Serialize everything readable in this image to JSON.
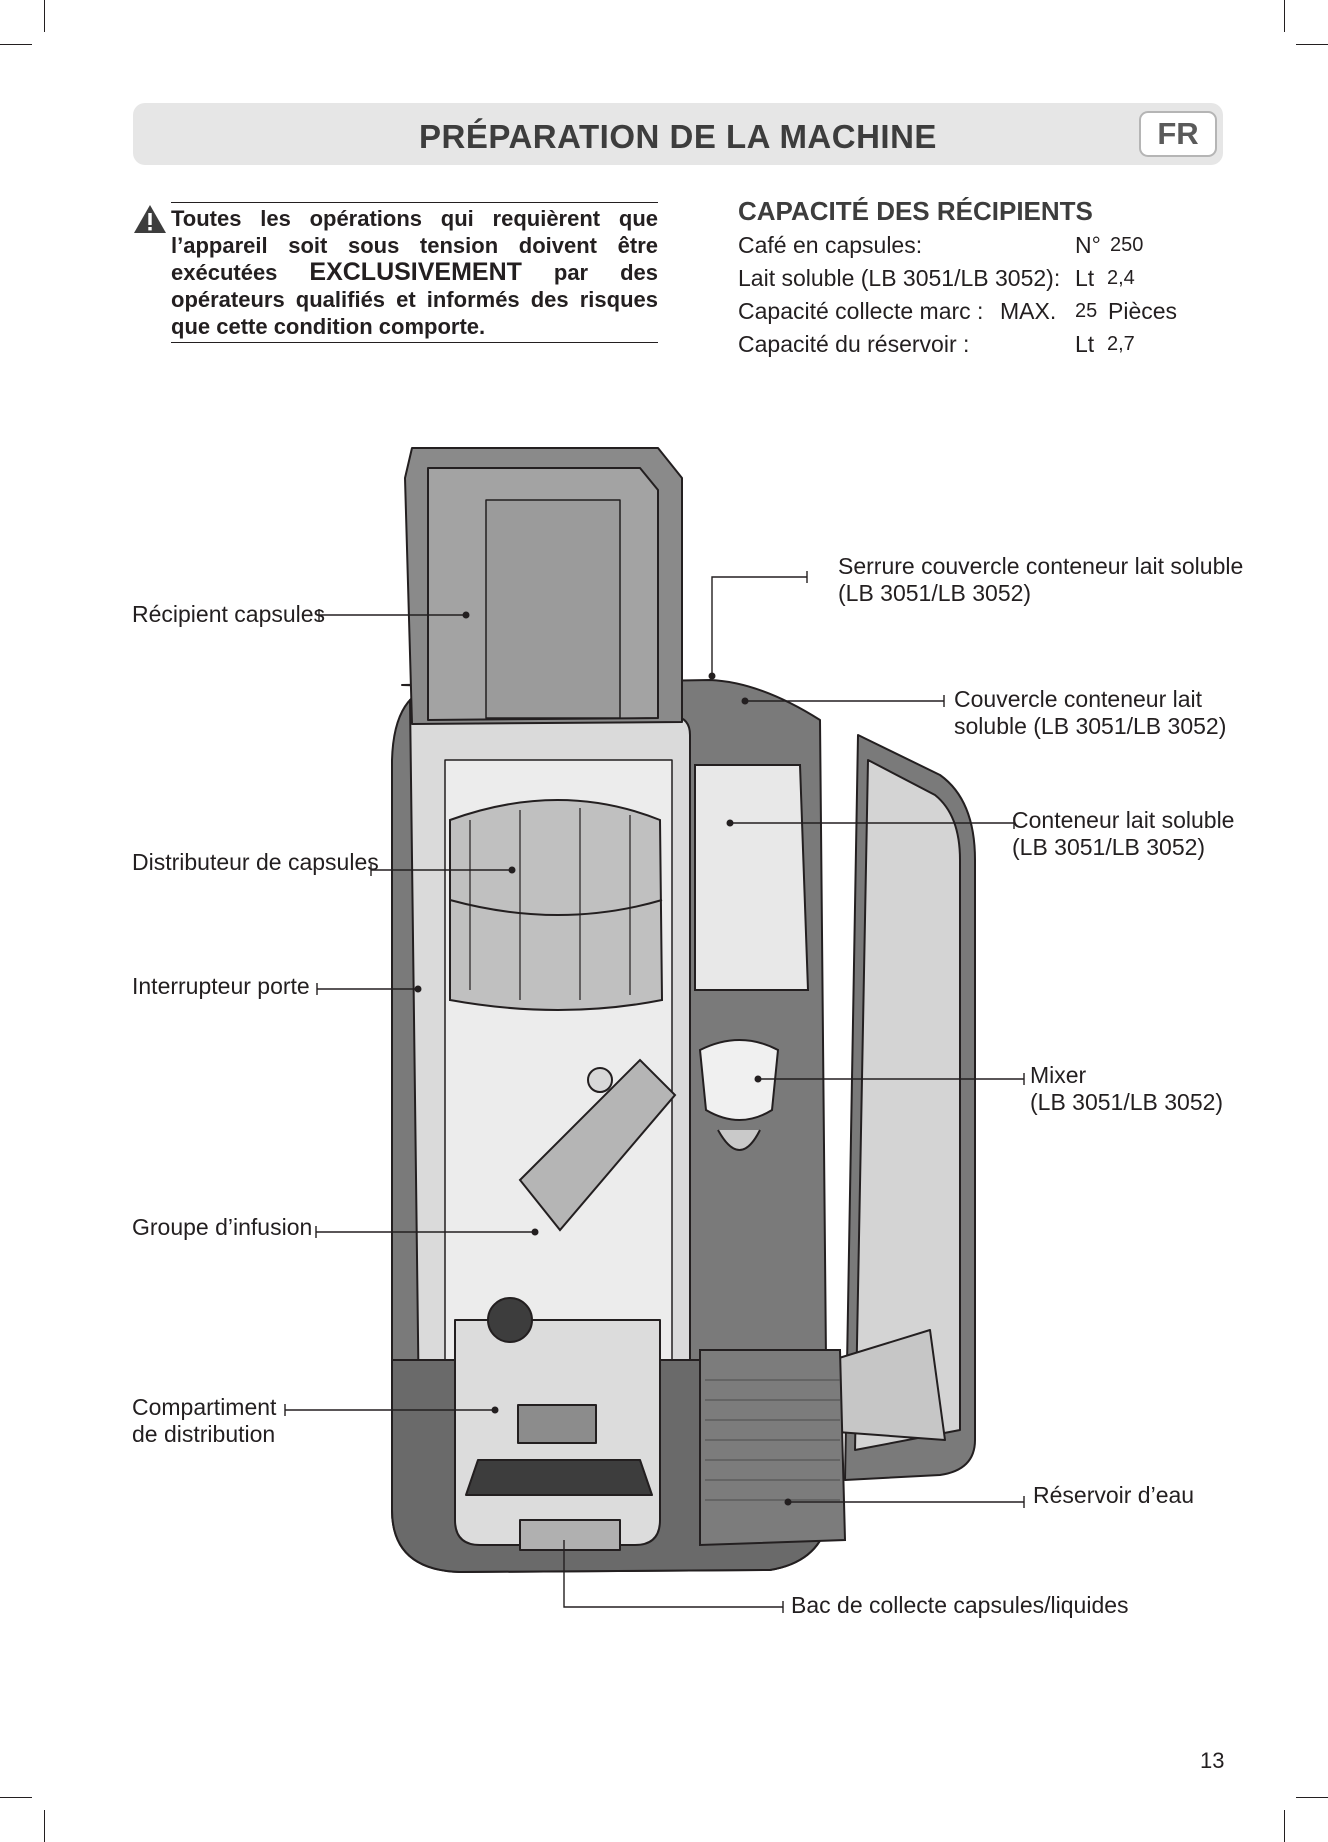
{
  "header": {
    "title": "PRÉPARATION DE LA MACHINE",
    "lang": "FR"
  },
  "warning": {
    "icon": "warning-triangle-icon",
    "text_before": "Toutes les opérations qui requièrent que l’appareil soit sous tension doivent être exécutées ",
    "emphasis": "EXCLUSIVEMENT",
    "text_after": " par des opérateurs qualifiés et informés des risques que cette condition comporte."
  },
  "capacity": {
    "title": "CAPACITÉ DES RÉCIPIENTS",
    "rows": [
      {
        "label": "Café en capsules:",
        "qualifier": "",
        "unit": "N°",
        "value": "250"
      },
      {
        "label": "Lait soluble (LB 3051/LB 3052):",
        "qualifier": "",
        "unit": "Lt",
        "value": "2,4"
      },
      {
        "label": "Capacité collecte marc :",
        "qualifier": "MAX.",
        "unit": "25",
        "value": "Pièces"
      },
      {
        "label": "Capacité du réservoir :",
        "qualifier": "",
        "unit": "Lt",
        "value": "2,7"
      }
    ]
  },
  "labels": {
    "recipient_capsules": "Récipient capsules",
    "distributeur_capsules": "Distributeur de capsules",
    "interrupteur_porte": "Interrupteur porte",
    "groupe_infusion": "Groupe d’infusion",
    "compartiment_line1": "Compartiment",
    "compartiment_line2": "de distribution",
    "serrure_line1": "Serrure couvercle conteneur lait soluble",
    "serrure_line2": "(LB 3051/LB 3052)",
    "couvercle_line1": "Couvercle conteneur lait",
    "couvercle_line2": "soluble (LB 3051/LB 3052)",
    "conteneur_line1": "Conteneur lait soluble",
    "conteneur_line2": "(LB 3051/LB 3052)",
    "mixer_line1": "Mixer",
    "mixer_line2": "(LB 3051/LB 3052)",
    "reservoir": "Réservoir d’eau",
    "bac": "Bac de collecte capsules/liquides"
  },
  "page_number": "13"
}
